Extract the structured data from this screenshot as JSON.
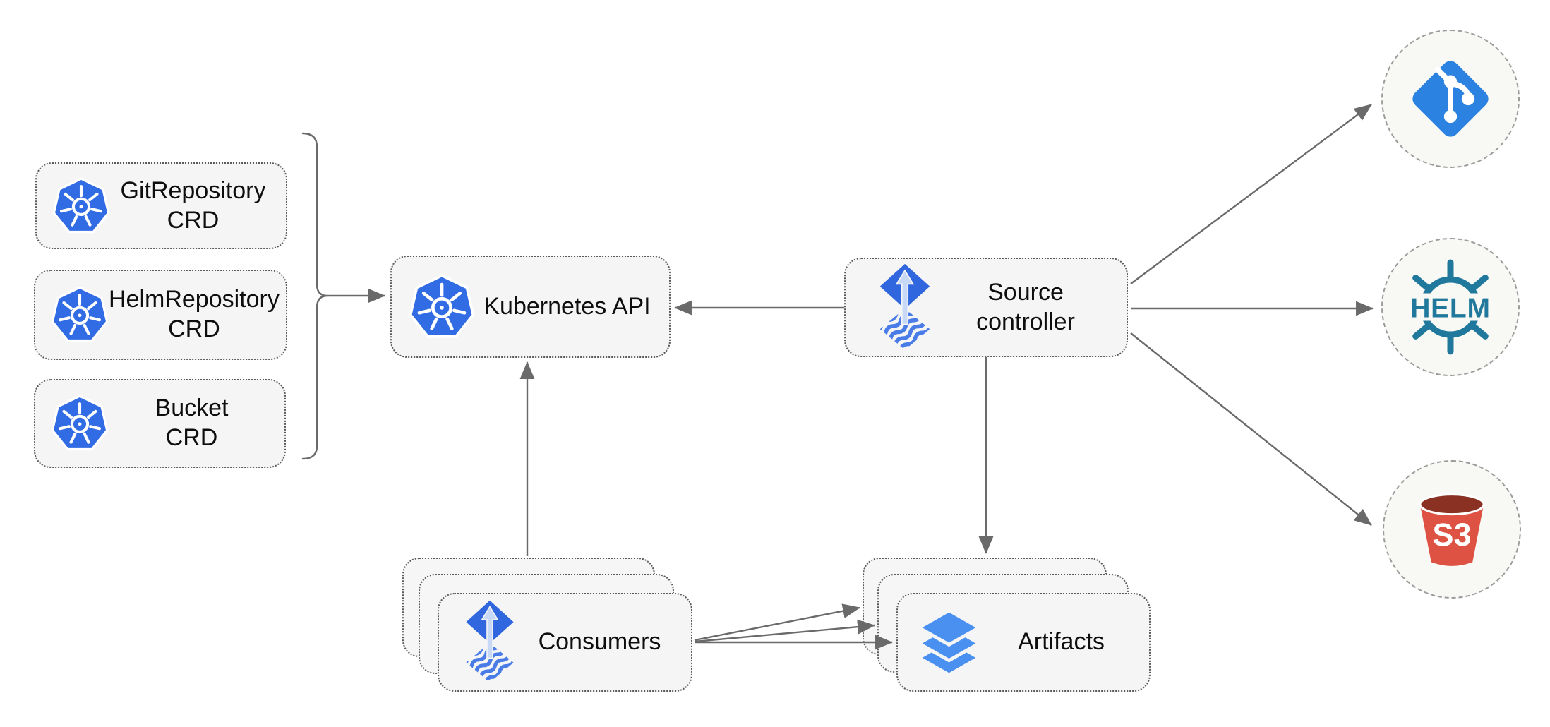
{
  "diagram": {
    "crd_boxes": [
      {
        "line1": "GitRepository",
        "line2": "CRD",
        "icon": "kubernetes-icon"
      },
      {
        "line1": "HelmRepository",
        "line2": "CRD",
        "icon": "kubernetes-icon"
      },
      {
        "line1": "Bucket",
        "line2": "CRD",
        "icon": "kubernetes-icon"
      }
    ],
    "kubernetes_api": {
      "label": "Kubernetes API",
      "icon": "kubernetes-icon"
    },
    "source_controller": {
      "line1": "Source",
      "line2": "controller",
      "icon": "flux-icon"
    },
    "consumers": {
      "label": "Consumers",
      "icon": "flux-icon",
      "stack_count": 3
    },
    "artifacts": {
      "label": "Artifacts",
      "icon": "layers-icon",
      "stack_count": 3
    },
    "external_sources": [
      {
        "name": "git",
        "icon": "git-icon"
      },
      {
        "name": "helm",
        "icon": "helm-icon",
        "logo_text": "HELM"
      },
      {
        "name": "s3",
        "icon": "s3-bucket-icon",
        "logo_text": "S3"
      }
    ],
    "colors": {
      "box_fill": "#f5f5f6",
      "box_border_dotted": "#5a5a5a",
      "connector_gray": "#6a6a6a",
      "circle_border_dashed": "#9b9b9b",
      "circle_fill": "#f8f8f5",
      "kubernetes_blue": "#326ce5",
      "flux_blue": "#3067df",
      "flux_arrow_light": "#c8d8f7",
      "git_blue": "#2c82e0",
      "helm_teal": "#20799c",
      "s3_red": "#dd5243",
      "s3_dark_red": "#8b3123",
      "layers_blue": "#4a90f0",
      "label_color": "#0e0e0e"
    }
  }
}
